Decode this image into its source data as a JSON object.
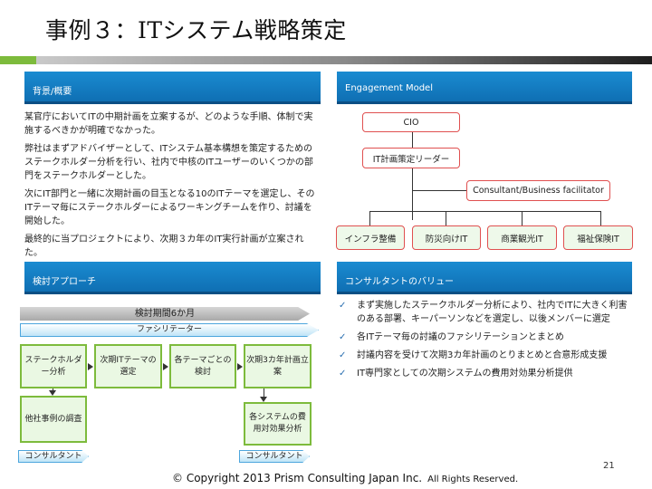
{
  "title": "事例３：ITシステム戦略策定",
  "panels": {
    "background": "背景/概要",
    "engagement": "Engagement Model",
    "approach": "検討アプローチ",
    "value": "コンサルタントのバリュー"
  },
  "background_paragraphs": [
    "某官庁においてITの中期計画を立案するが、どのような手順、体制で実施するべきかが明確でなかった。",
    "弊社はまずアドバイザーとして、ITシステム基本構想を策定するためのステークホルダー分析を行い、社内で中核のITユーザーのいくつかの部門をステークホルダーとした。",
    "次にIT部門と一緒に次期計画の目玉となる10のITテーマを選定し、そのITテーマ毎にステークホルダーによるワーキングチームを作り、討議を開始した。",
    "最終的に当プロジェクトにより、次期３カ年のIT実行計画が立案された。"
  ],
  "org": {
    "cio": "CIO",
    "leader": "IT計画策定リーダー",
    "consultant": "Consultant/Business facilitator",
    "teams": [
      "インフラ整備",
      "防災向けIT",
      "商業観光IT",
      "福祉保険IT"
    ]
  },
  "approach": {
    "period": "検討期間6か月",
    "facilitator": "ファシリテーター",
    "steps": [
      "ステークホルダー分析",
      "次期ITテーマの選定",
      "各テーマごとの検討",
      "次期3カ年計画立案"
    ],
    "other_case": "他社事例の調査",
    "system_cost": "各システムの費用対効果分析",
    "consultant_left": "コンサルタント",
    "consultant_right": "コンサルタント"
  },
  "values": [
    "まず実施したステークホルダー分析により、社内でITに大きく利害のある部署、キーパーソンなどを選定し、以後メンバーに選定",
    "各ITテーマ毎の討議のファシリテーションとまとめ",
    "討議内容を受けて次期3カ年計画のとりまとめと合意形成支援",
    "IT専門家としての次期システムの費用対効果分析提供"
  ],
  "page_number": "21",
  "footer": {
    "copyright": "© Copyright 2013   Prism Consulting Japan Inc.",
    "rights": "All Rights Reserved."
  }
}
